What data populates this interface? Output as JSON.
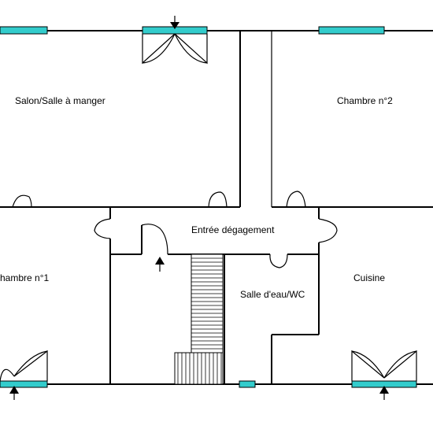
{
  "colors": {
    "window": "#33cccc",
    "wall": "#000000",
    "background": "#ffffff"
  },
  "rooms": {
    "salon": "Salon/Salle à manger",
    "chambre2": "Chambre n°2",
    "chambre1": "hambre n°1",
    "entree": "Entrée dégagement",
    "salle_eau": "Salle d'eau/WC",
    "cuisine": "Cuisine"
  },
  "icons": {
    "entry_arrow": "entry-arrow-icon"
  }
}
